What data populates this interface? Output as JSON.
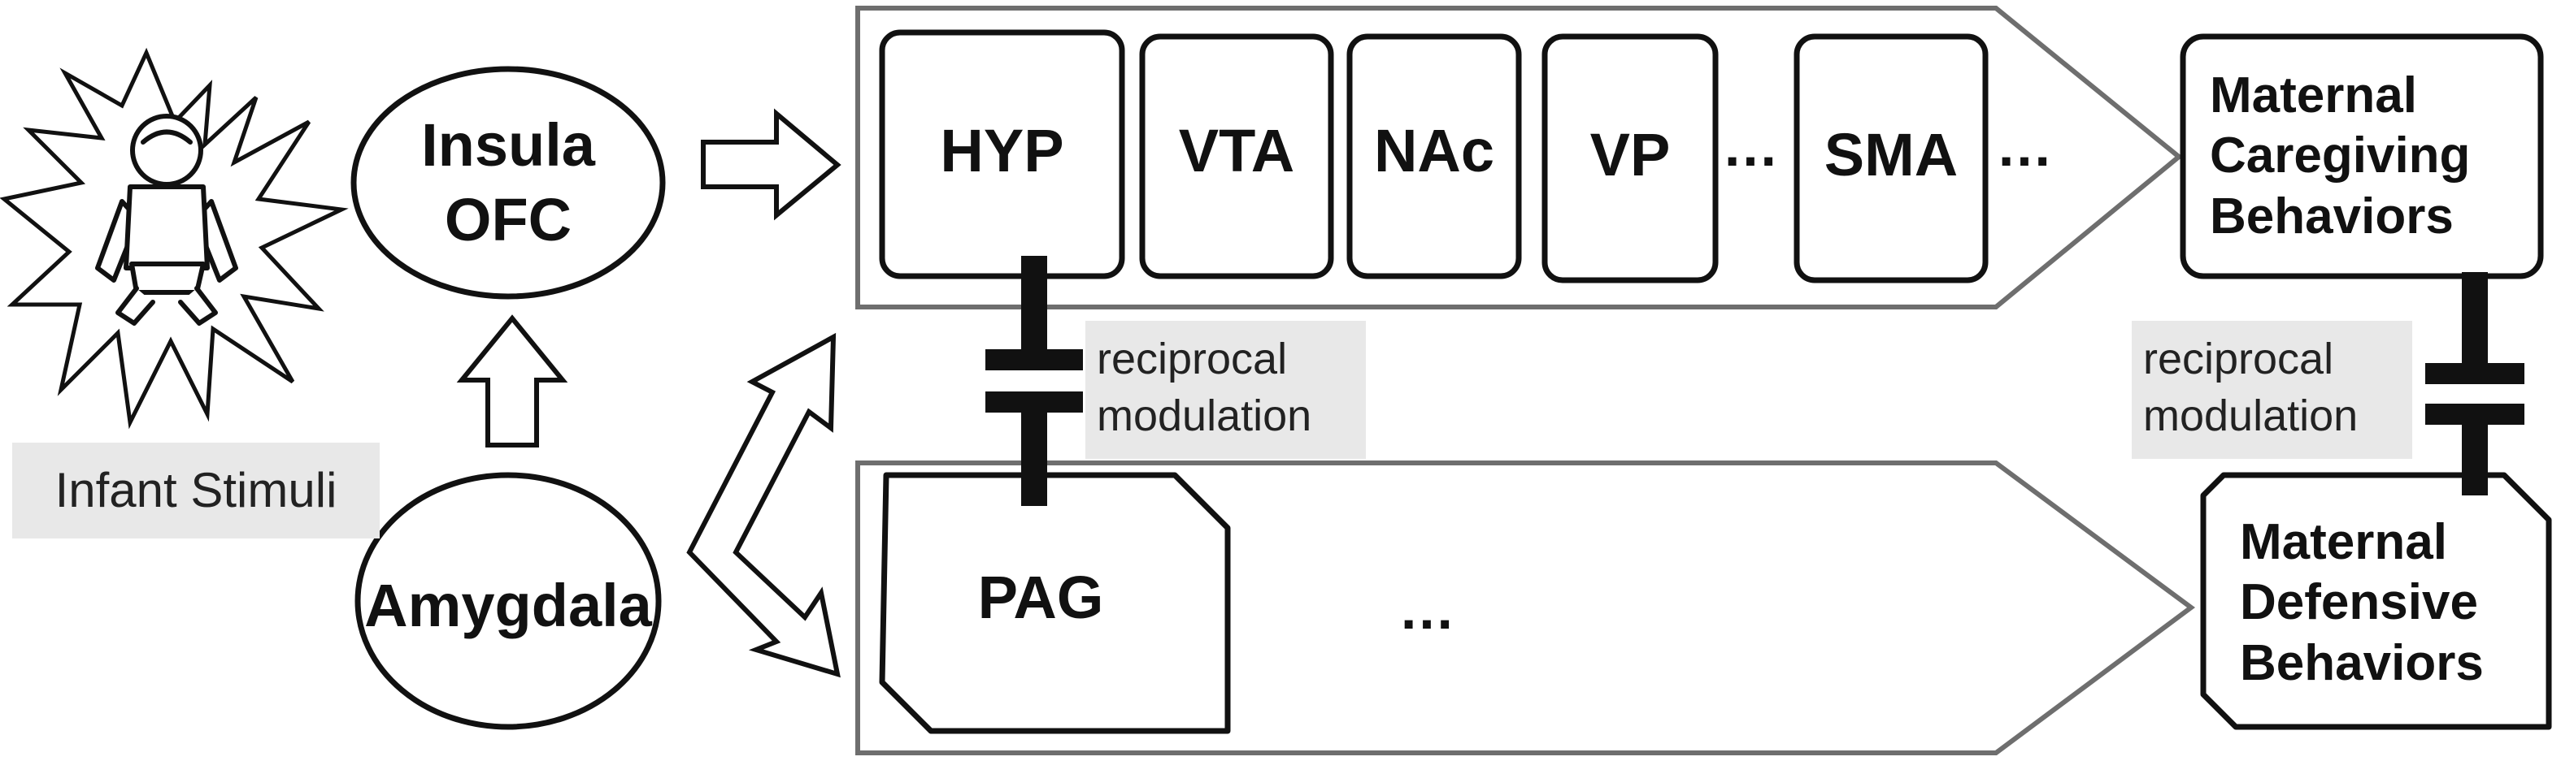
{
  "stimulus": {
    "label": "Infant Stimuli"
  },
  "regions": {
    "insula_ofc": [
      "Insula",
      "OFC"
    ],
    "amygdala": "Amygdala"
  },
  "caregiving_pathway": {
    "nodes": [
      "HYP",
      "VTA",
      "NAc",
      "VP",
      "SMA"
    ],
    "ellipsis_1": "…",
    "ellipsis_2": "…"
  },
  "defensive_pathway": {
    "node": "PAG",
    "ellipsis": "…"
  },
  "modulation_notes": {
    "left": [
      "reciprocal",
      "modulation"
    ],
    "right": [
      "reciprocal",
      "modulation"
    ]
  },
  "outputs": {
    "caregiving": [
      "Maternal",
      "Caregiving",
      "Behaviors"
    ],
    "defensive": [
      "Maternal",
      "Defensive",
      "Behaviors"
    ]
  },
  "colors": {
    "stroke": "#111111",
    "pathway_stroke": "#6e6e6e",
    "note_bg": "#e8e8e8",
    "connector": "#111111"
  },
  "icons": [
    "infant-icon",
    "starburst-icon"
  ]
}
